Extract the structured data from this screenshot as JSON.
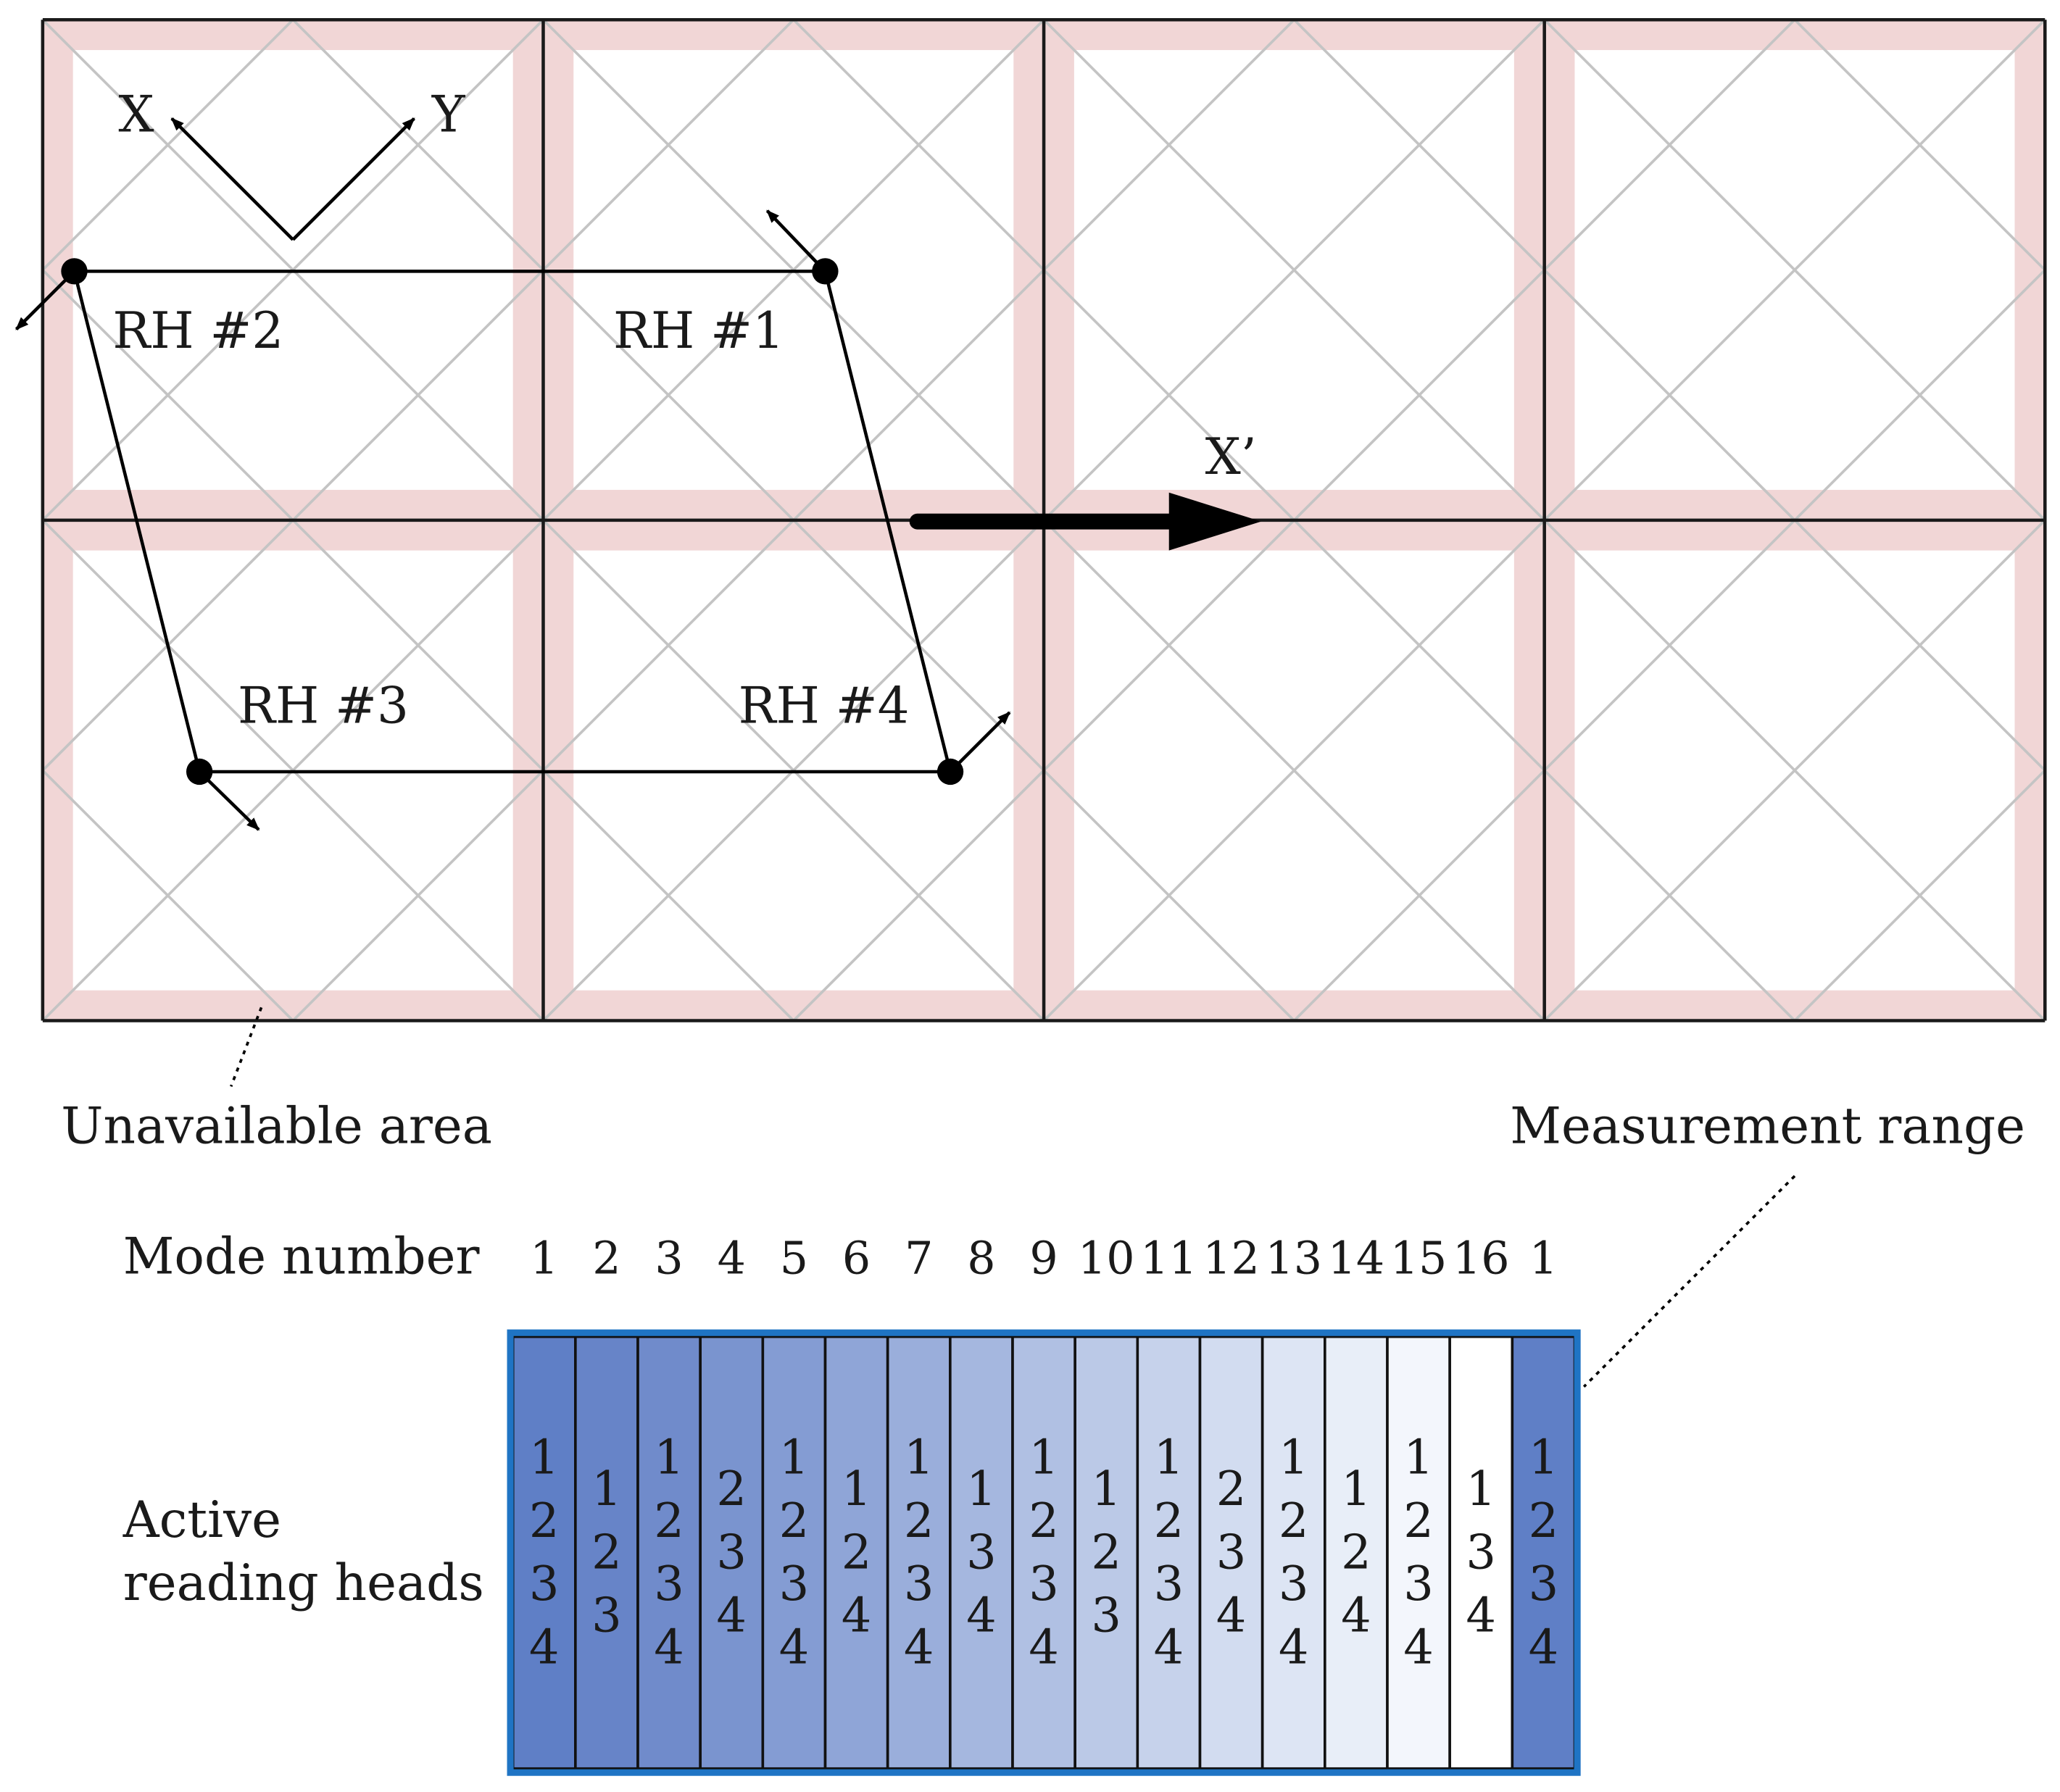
{
  "axes": {
    "x_label": "X",
    "y_label": "Y",
    "x_prime_label": "X’"
  },
  "reading_heads": [
    {
      "id": 1,
      "label": "RH #1"
    },
    {
      "id": 2,
      "label": "RH #2"
    },
    {
      "id": 3,
      "label": "RH #3"
    },
    {
      "id": 4,
      "label": "RH #4"
    }
  ],
  "annotations": {
    "unavailable_area": "Unavailable area",
    "measurement_range": "Measurement range"
  },
  "table": {
    "mode_label": "Mode number",
    "active_label_line1": "Active",
    "active_label_line2": "reading heads",
    "modes": [
      {
        "number": "1",
        "heads": [
          "1",
          "2",
          "3",
          "4"
        ]
      },
      {
        "number": "2",
        "heads": [
          "1",
          "2",
          "3"
        ]
      },
      {
        "number": "3",
        "heads": [
          "1",
          "2",
          "3",
          "4"
        ]
      },
      {
        "number": "4",
        "heads": [
          "2",
          "3",
          "4"
        ]
      },
      {
        "number": "5",
        "heads": [
          "1",
          "2",
          "3",
          "4"
        ]
      },
      {
        "number": "6",
        "heads": [
          "1",
          "2",
          "4"
        ]
      },
      {
        "number": "7",
        "heads": [
          "1",
          "2",
          "3",
          "4"
        ]
      },
      {
        "number": "8",
        "heads": [
          "1",
          "3",
          "4"
        ]
      },
      {
        "number": "9",
        "heads": [
          "1",
          "2",
          "3",
          "4"
        ]
      },
      {
        "number": "10",
        "heads": [
          "1",
          "2",
          "3"
        ]
      },
      {
        "number": "11",
        "heads": [
          "1",
          "2",
          "3",
          "4"
        ]
      },
      {
        "number": "12",
        "heads": [
          "2",
          "3",
          "4"
        ]
      },
      {
        "number": "13",
        "heads": [
          "1",
          "2",
          "3",
          "4"
        ]
      },
      {
        "number": "14",
        "heads": [
          "1",
          "2",
          "4"
        ]
      },
      {
        "number": "15",
        "heads": [
          "1",
          "2",
          "3",
          "4"
        ]
      },
      {
        "number": "16",
        "heads": [
          "1",
          "3",
          "4"
        ]
      },
      {
        "number": "1",
        "heads": [
          "1",
          "2",
          "3",
          "4"
        ]
      }
    ]
  },
  "colors": {
    "unavailable_band": "#f1d6d6",
    "grid_line": "#1a1a1a",
    "diagonal_line": "#c4c4c4",
    "table_border": "#1f74c4",
    "cell_shades": [
      "#5f7fc6",
      "#6784c8",
      "#708bcb",
      "#7a94cf",
      "#849cd3",
      "#8fa5d7",
      "#9aaedb",
      "#a5b7df",
      "#b0c0e3",
      "#bbc9e7",
      "#c6d2eb",
      "#d2dcf0",
      "#dde5f4",
      "#e8eef8",
      "#f3f6fc",
      "#ffffff",
      "#5f7fc6"
    ]
  }
}
